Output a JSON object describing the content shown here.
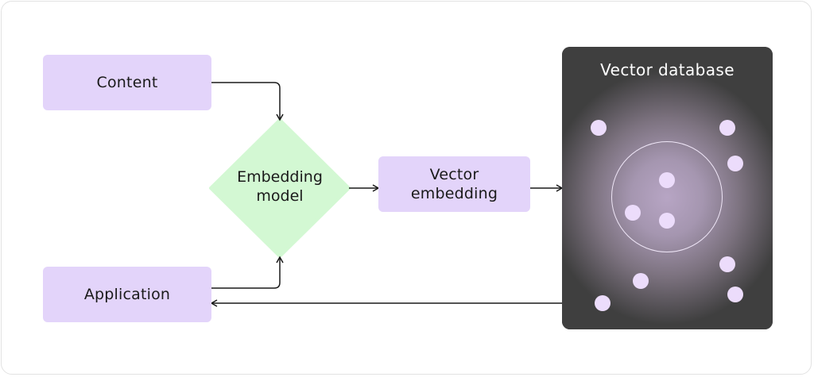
{
  "nodes": {
    "content": "Content",
    "embedding_model": "Embedding\nmodel",
    "vector_embedding": "Vector\nembedding",
    "application": "Application",
    "vector_database": "Vector database"
  },
  "colors": {
    "box_fill": "#e3d4fa",
    "diamond_fill": "#d3f8d3",
    "database_fill": "#3f3f3f",
    "dot_fill": "#ecdcfb",
    "arrow": "#1a1a1a"
  }
}
